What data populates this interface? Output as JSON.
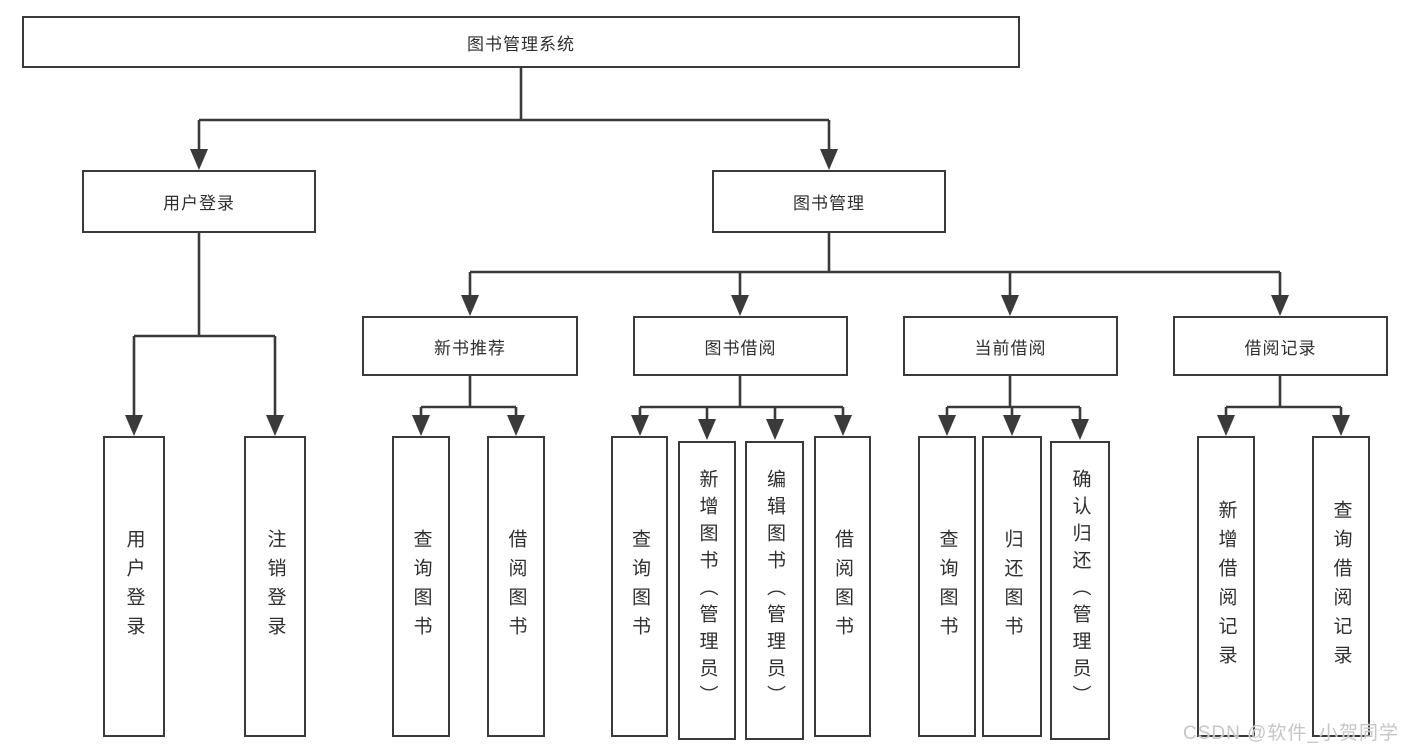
{
  "colors": {
    "line": "#3a3a3a",
    "text": "#2f2f2f",
    "watermark": "#c6c6c6",
    "background": "#ffffff"
  },
  "watermark": {
    "text": "CSDN @软件_小贺同学"
  },
  "root": {
    "label": "图书管理系统",
    "children": [
      {
        "label": "用户登录",
        "children": [
          {
            "label": "用户登录"
          },
          {
            "label": "注销登录"
          }
        ]
      },
      {
        "label": "图书管理",
        "children": [
          {
            "label": "新书推荐",
            "children": [
              {
                "label": "查询图书"
              },
              {
                "label": "借阅图书"
              }
            ]
          },
          {
            "label": "图书借阅",
            "children": [
              {
                "label": "查询图书"
              },
              {
                "label": "新增图书（管理员）"
              },
              {
                "label": "编辑图书（管理员）"
              },
              {
                "label": "借阅图书"
              }
            ]
          },
          {
            "label": "当前借阅",
            "children": [
              {
                "label": "查询图书"
              },
              {
                "label": "归还图书"
              },
              {
                "label": "确认归还（管理员）"
              }
            ]
          },
          {
            "label": "借阅记录",
            "children": [
              {
                "label": "新增借阅记录"
              },
              {
                "label": "查询借阅记录"
              }
            ]
          }
        ]
      }
    ]
  }
}
